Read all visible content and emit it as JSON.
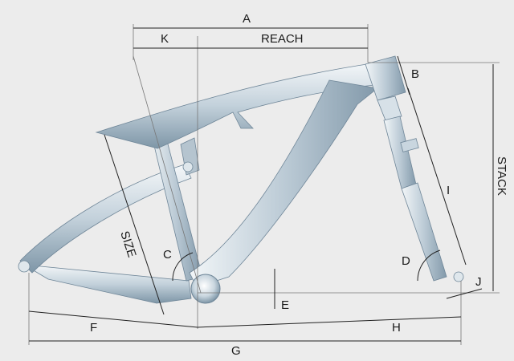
{
  "labels": {
    "a": "A",
    "k": "K",
    "reach": "REACH",
    "b": "B",
    "stack": "STACK",
    "i": "I",
    "size": "SIZE",
    "c": "C",
    "d": "D",
    "e": "E",
    "j": "J",
    "f": "F",
    "h": "H",
    "g": "G"
  },
  "colors": {
    "background": "#ececec",
    "frame_light": "#e6edf2",
    "frame_mid": "#b9c8d3",
    "frame_dark": "#7f97a8",
    "line": "#222222"
  }
}
